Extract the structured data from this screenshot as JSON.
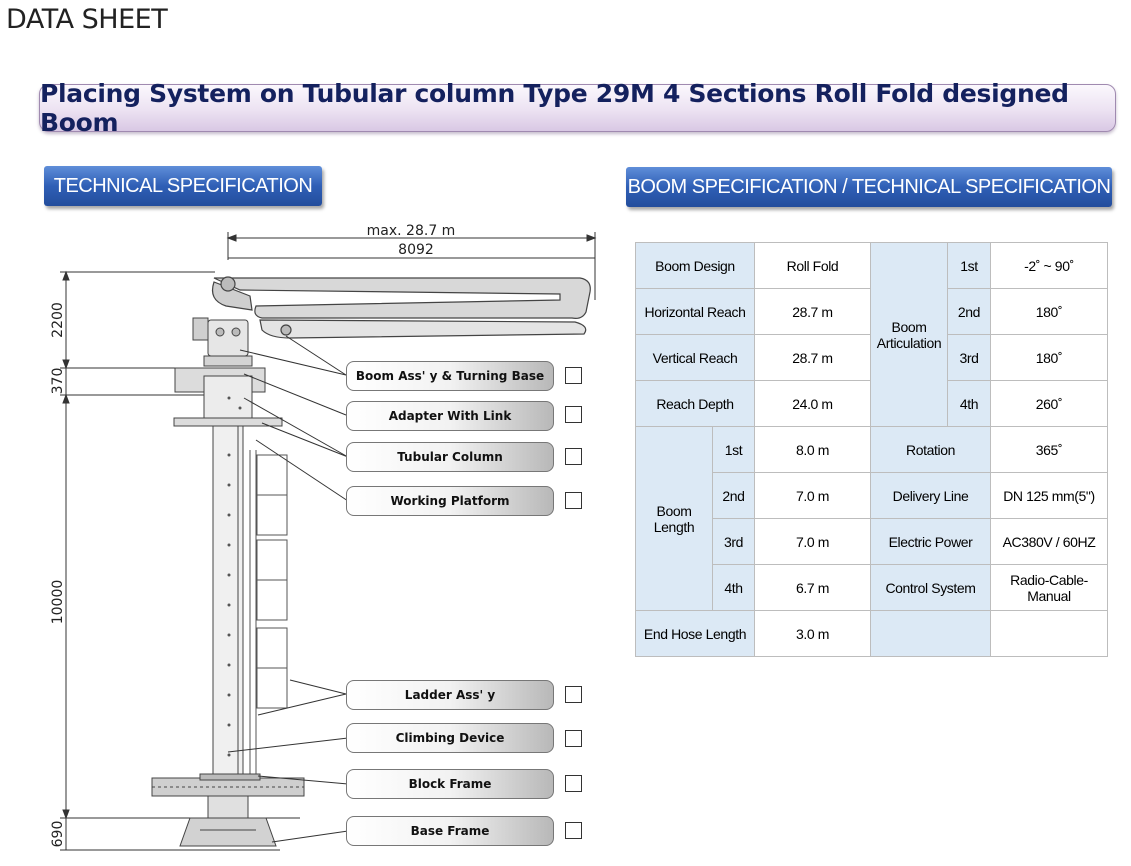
{
  "sheet_title": "DATA SHEET",
  "banner_title": "Placing System on Tubular column Type 29M 4 Sections Roll Fold designed Boom",
  "sections": {
    "technical": "TECHNICAL SPECIFICATION",
    "boom": "BOOM SPECIFICATION / TECHNICAL SPECIFICATION"
  },
  "drawing": {
    "dim_max": "max.  28.7 m",
    "dim_width": "8092",
    "dim_v1": "2200",
    "dim_v2": "370",
    "dim_v3": "10000",
    "dim_v4": "690"
  },
  "components": [
    "Boom Ass' y & Turning Base",
    "Adapter With Link",
    "Tubular Column",
    "Working Platform",
    "Ladder Ass'  y",
    "Climbing Device",
    "Block Frame",
    "Base Frame"
  ],
  "table": {
    "boom_design_label": "Boom Design",
    "boom_design": "Roll Fold",
    "horizontal_reach_label": "Horizontal Reach",
    "horizontal_reach": "28.7 m",
    "vertical_reach_label": "Vertical Reach",
    "vertical_reach": "28.7 m",
    "reach_depth_label": "Reach Depth",
    "reach_depth": "24.0 m",
    "boom_articulation_label_1": "Boom",
    "boom_articulation_label_2": "Articulation",
    "articulation": [
      {
        "sec": "1st",
        "val": "-2˚ ~ 90˚"
      },
      {
        "sec": "2nd",
        "val": "180˚"
      },
      {
        "sec": "3rd",
        "val": "180˚"
      },
      {
        "sec": "4th",
        "val": "260˚"
      }
    ],
    "boom_length_label": "Boom Length",
    "boom_length": [
      {
        "sec": "1st",
        "val": "8.0 m"
      },
      {
        "sec": "2nd",
        "val": "7.0 m"
      },
      {
        "sec": "3rd",
        "val": "7.0 m"
      },
      {
        "sec": "4th",
        "val": "6.7 m"
      }
    ],
    "rotation_label": "Rotation",
    "rotation": "365˚",
    "delivery_line_label": "Delivery Line",
    "delivery_line": "DN 125 mm(5\")",
    "electric_power_label": "Electric Power",
    "electric_power": "AC380V / 60HZ",
    "control_system_label": "Control System",
    "control_system": "Radio-Cable-Manual",
    "end_hose_length_label": "End Hose Length",
    "end_hose_length": "3.0 m"
  }
}
